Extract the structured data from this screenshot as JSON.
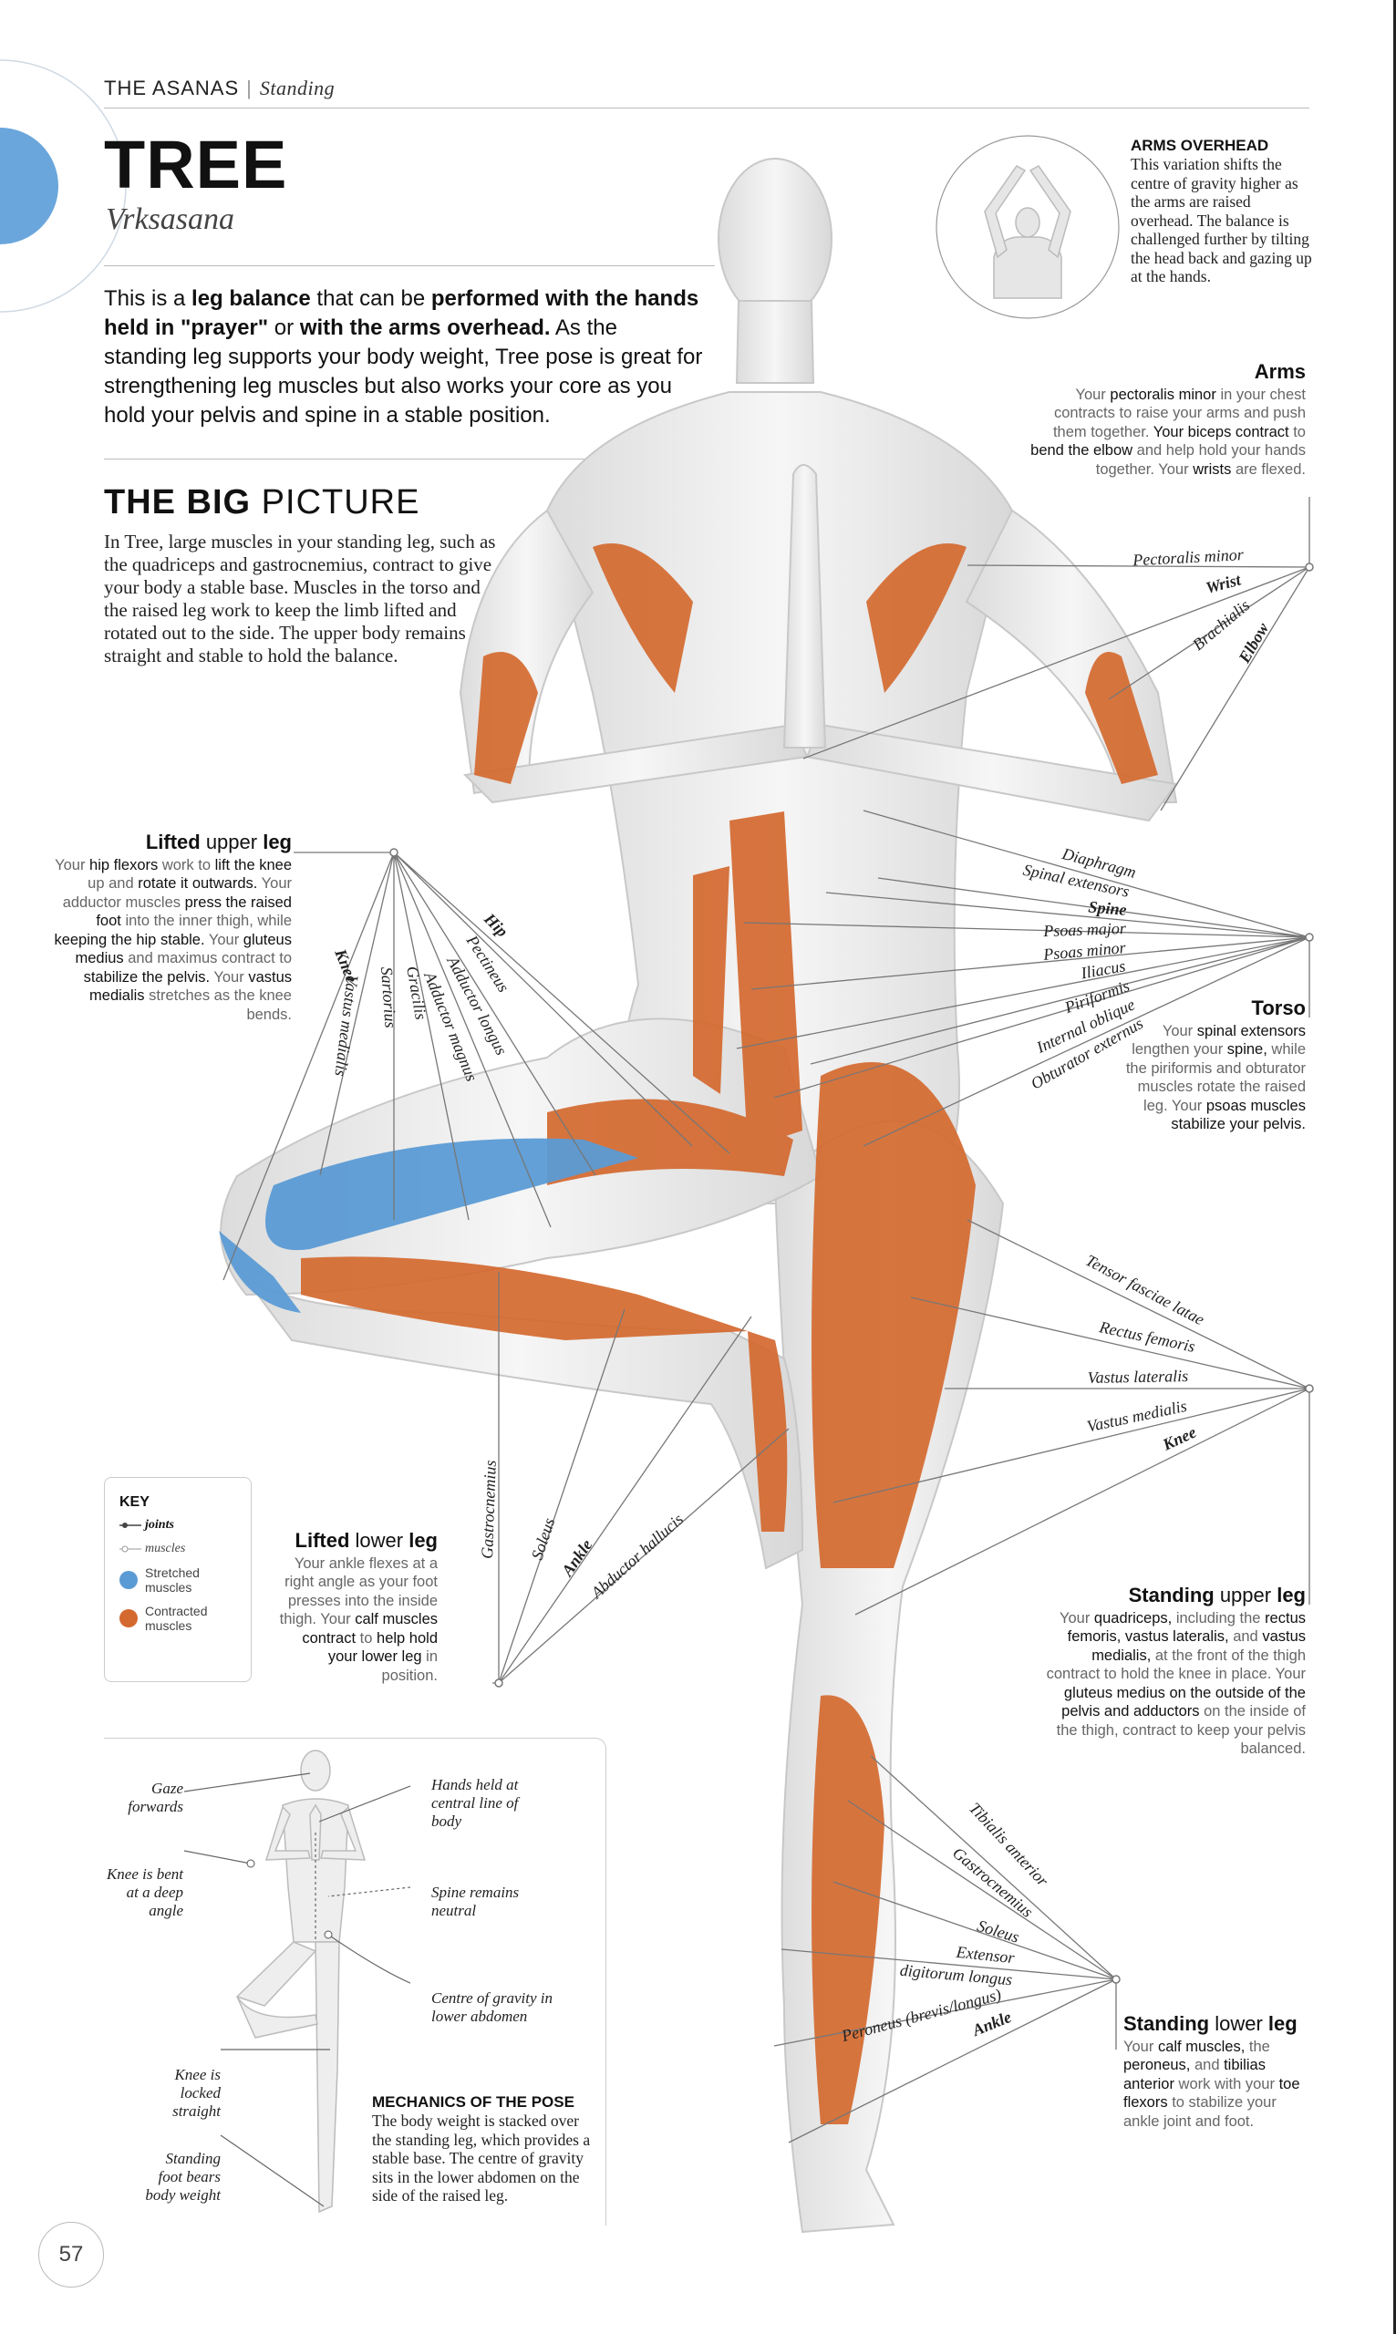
{
  "header": {
    "section": "THE ASANAS",
    "separator": "|",
    "subsection": "Standing"
  },
  "title": "TREE",
  "sanskrit": "Vrksasana",
  "intro": [
    {
      "t": "This is a "
    },
    {
      "t": "leg balance",
      "b": true
    },
    {
      "t": " that can be "
    },
    {
      "t": "performed with the hands held in \"prayer\"",
      "b": true
    },
    {
      "t": " or "
    },
    {
      "t": "with the arms overhead.",
      "b": true
    },
    {
      "t": " As the standing leg supports your body weight, Tree pose is great for strengthening leg muscles but also works your core as you hold your pelvis and spine in a stable position."
    }
  ],
  "big_picture": {
    "title_bold": "THE BIG",
    "title_light": " PICTURE",
    "text": "In Tree, large muscles in your standing leg, such as the quadriceps and gastrocnemius, contract to give your body a stable base. Muscles in the torso and the raised leg work to keep the limb lifted and rotated out to the side. The upper body remains straight and stable to hold the balance."
  },
  "arms_overhead": {
    "heading": "ARMS OVERHEAD",
    "text": "This variation shifts the centre of gravity higher as the arms are raised overhead. The balance is challenged further by tilting the head back and gazing up at the hands."
  },
  "notes": {
    "arms": {
      "heading": [
        {
          "t": "Arms",
          "b": true
        }
      ],
      "text": [
        {
          "t": "Your "
        },
        {
          "t": "pectoralis minor",
          "b": true
        },
        {
          "t": " in your chest contracts to raise your arms and push them together. "
        },
        {
          "t": "Your biceps contract",
          "b": true
        },
        {
          "t": " to "
        },
        {
          "t": "bend the elbow",
          "b": true
        },
        {
          "t": " and help hold your hands together. Your "
        },
        {
          "t": "wrists",
          "b": true
        },
        {
          "t": " are flexed."
        }
      ]
    },
    "lifted_upper_leg": {
      "heading": [
        {
          "t": "Lifted",
          "b": true
        },
        {
          "t": " upper "
        },
        {
          "t": "leg",
          "b": true
        }
      ],
      "text": [
        {
          "t": "Your "
        },
        {
          "t": "hip flexors",
          "b": true
        },
        {
          "t": " work to "
        },
        {
          "t": "lift the knee",
          "b": true
        },
        {
          "t": " up and "
        },
        {
          "t": "rotate it outwards.",
          "b": true
        },
        {
          "t": " Your adductor muscles "
        },
        {
          "t": "press the raised foot",
          "b": true
        },
        {
          "t": " into the inner thigh, while "
        },
        {
          "t": "keeping the hip stable.",
          "b": true
        },
        {
          "t": " Your "
        },
        {
          "t": "gluteus medius",
          "b": true
        },
        {
          "t": " and maximus contract to "
        },
        {
          "t": "stabilize the pelvis.",
          "b": true
        },
        {
          "t": " Your "
        },
        {
          "t": "vastus medialis",
          "b": true
        },
        {
          "t": " stretches as the knee bends."
        }
      ]
    },
    "torso": {
      "heading": [
        {
          "t": "Torso",
          "b": true
        }
      ],
      "text": [
        {
          "t": "Your "
        },
        {
          "t": "spinal extensors",
          "b": true
        },
        {
          "t": " lengthen your "
        },
        {
          "t": "spine,",
          "b": true
        },
        {
          "t": " while the piriformis and obturator muscles rotate the raised leg. Your "
        },
        {
          "t": "psoas muscles stabilize your pelvis.",
          "b": true
        }
      ]
    },
    "standing_upper_leg": {
      "heading": [
        {
          "t": "Standing",
          "b": true
        },
        {
          "t": " upper "
        },
        {
          "t": "leg",
          "b": true
        }
      ],
      "text": [
        {
          "t": "Your "
        },
        {
          "t": "quadriceps,",
          "b": true
        },
        {
          "t": " including the "
        },
        {
          "t": "rectus femoris, vastus lateralis,",
          "b": true
        },
        {
          "t": " and "
        },
        {
          "t": "vastus medialis,",
          "b": true
        },
        {
          "t": " at the front of the thigh contract to hold the knee in place. Your "
        },
        {
          "t": "gluteus medius on the outside of the pelvis and adductors",
          "b": true
        },
        {
          "t": " on the inside of the thigh, contract to keep your pelvis balanced."
        }
      ]
    },
    "lifted_lower_leg": {
      "heading": [
        {
          "t": "Lifted",
          "b": true
        },
        {
          "t": " lower "
        },
        {
          "t": "leg",
          "b": true
        }
      ],
      "text": [
        {
          "t": "Your ankle flexes at a right angle as your foot presses into the inside thigh. Your "
        },
        {
          "t": "calf muscles contract",
          "b": true
        },
        {
          "t": " to "
        },
        {
          "t": "help hold your lower leg",
          "b": true
        },
        {
          "t": " in position."
        }
      ]
    },
    "standing_lower_leg": {
      "heading": [
        {
          "t": "Standing",
          "b": true
        },
        {
          "t": " lower "
        },
        {
          "t": "leg",
          "b": true
        }
      ],
      "text": [
        {
          "t": "Your "
        },
        {
          "t": "calf muscles,",
          "b": true
        },
        {
          "t": " the "
        },
        {
          "t": "peroneus,",
          "b": true
        },
        {
          "t": " and "
        },
        {
          "t": "tibilias anterior",
          "b": true
        },
        {
          "t": " work with your "
        },
        {
          "t": "toe flexors",
          "b": true
        },
        {
          "t": " to stabilize your ankle joint and foot."
        }
      ]
    }
  },
  "labels": {
    "arms": [
      "Pectoralis minor",
      "Wrist",
      "Brachialis",
      "Elbow"
    ],
    "lifted_upper_leg": [
      "Hip",
      "Pectineus",
      "Adductor longus",
      "Adductor magnus",
      "Gracilis",
      "Sartorius",
      "Vastus medialis",
      "Knee"
    ],
    "torso": [
      "Diaphragm",
      "Spinal extensors",
      "Spine",
      "Psoas major",
      "Psoas minor",
      "Iliacus",
      "Piriformis",
      "Internal oblique",
      "Obturator externus"
    ],
    "standing_upper_leg": [
      "Tensor fasciae latae",
      "Rectus femoris",
      "Vastus lateralis",
      "Vastus medialis",
      "Knee"
    ],
    "lifted_lower_leg": [
      "Gastrocnemius",
      "Soleus",
      "Ankle",
      "Abductor hallucis"
    ],
    "standing_lower_leg": [
      "Tibialis anterior",
      "Gastrocnemius",
      "Soleus",
      "Extensor",
      "digitorum longus",
      "Peroneus (brevis/longus)",
      "Ankle"
    ]
  },
  "key": {
    "title": "KEY",
    "items": [
      {
        "icon": "joint-marker-icon",
        "label": "joints"
      },
      {
        "icon": "muscle-marker-icon",
        "label": "muscles"
      },
      {
        "icon": "stretched-swatch",
        "label": "Stretched muscles"
      },
      {
        "icon": "contracted-swatch",
        "label": "Contracted muscles"
      }
    ]
  },
  "mechanics": {
    "heading": "MECHANICS OF THE POSE",
    "text": "The body weight is stacked over the standing leg, which provides a stable base. The centre of gravity sits in the lower abdomen on the side of the raised leg.",
    "labels": {
      "gaze": "Gaze forwards",
      "knee_bent": "Knee is bent at a deep angle",
      "knee_locked": "Knee is locked straight",
      "foot": "Standing foot bears body weight",
      "hands": "Hands held at central line of body",
      "spine": "Spine remains neutral",
      "gravity": "Centre of gravity in lower abdomen"
    }
  },
  "page_number": "57",
  "colors": {
    "stretched": "#5b9bd5",
    "contracted": "#d4692f",
    "accent_blue": "#6aa6db"
  }
}
